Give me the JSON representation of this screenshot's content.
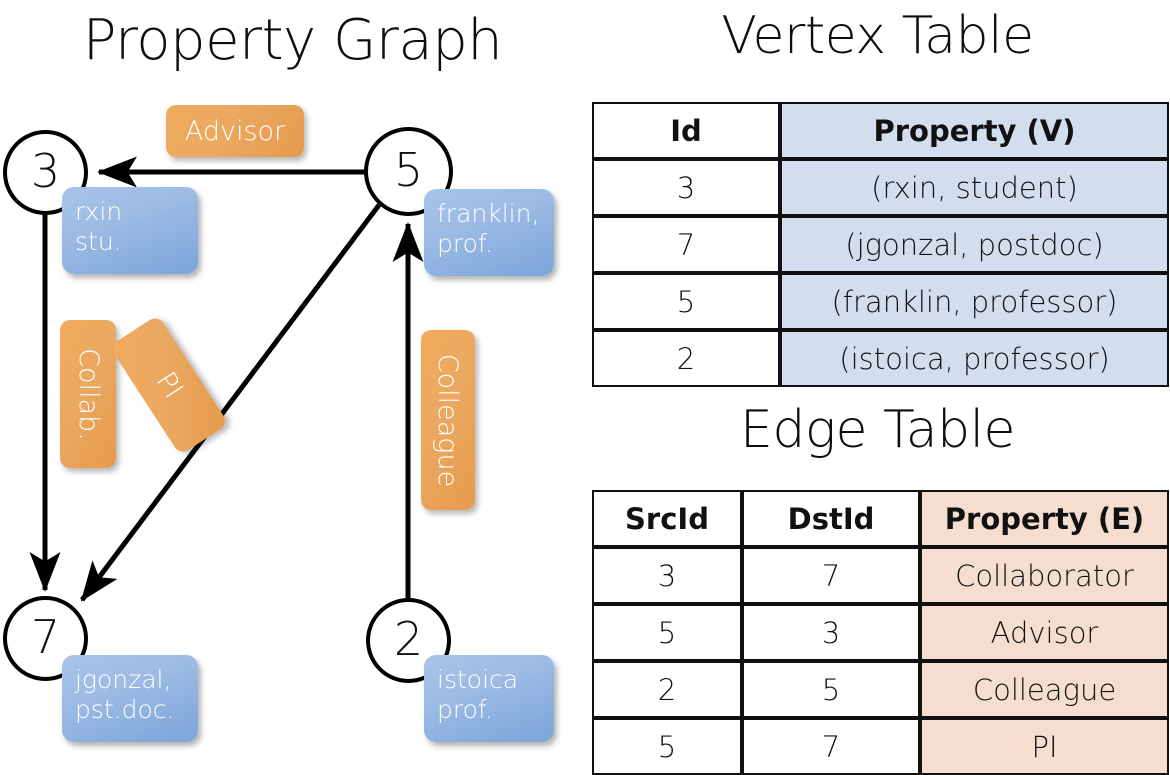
{
  "titles": {
    "property_graph": "Property Graph",
    "vertex_table": "Vertex Table",
    "edge_table": "Edge Table"
  },
  "graph": {
    "nodes": [
      {
        "id": "3",
        "label": "3",
        "property_lines": [
          "rxin",
          "stu."
        ]
      },
      {
        "id": "5",
        "label": "5",
        "property_lines": [
          "franklin,",
          "prof."
        ]
      },
      {
        "id": "7",
        "label": "7",
        "property_lines": [
          "jgonzal,",
          "pst.doc."
        ]
      },
      {
        "id": "2",
        "label": "2",
        "property_lines": [
          "istoica",
          "prof."
        ]
      }
    ],
    "edge_labels": [
      {
        "name": "advisor",
        "text": "Advisor",
        "orientation": "horizontal"
      },
      {
        "name": "collab",
        "text": "Collab.",
        "orientation": "vertical"
      },
      {
        "name": "pi",
        "text": "PI",
        "orientation": "rotated"
      },
      {
        "name": "colleague",
        "text": "Colleague",
        "orientation": "vertical"
      }
    ],
    "edges": [
      {
        "from": "5",
        "to": "3",
        "label": "Advisor"
      },
      {
        "from": "3",
        "to": "7",
        "label": "Collab."
      },
      {
        "from": "5",
        "to": "7",
        "label": "PI"
      },
      {
        "from": "2",
        "to": "5",
        "label": "Colleague"
      }
    ]
  },
  "vertex_table": {
    "headers": [
      "Id",
      "Property (V)"
    ],
    "rows": [
      [
        "3",
        "(rxin, student)"
      ],
      [
        "7",
        "(jgonzal, postdoc)"
      ],
      [
        "5",
        "(franklin, professor)"
      ],
      [
        "2",
        "(istoica, professor)"
      ]
    ]
  },
  "edge_table": {
    "headers": [
      "SrcId",
      "DstId",
      "Property (E)"
    ],
    "rows": [
      [
        "3",
        "7",
        "Collaborator"
      ],
      [
        "5",
        "3",
        "Advisor"
      ],
      [
        "2",
        "5",
        "Colleague"
      ],
      [
        "5",
        "7",
        "PI"
      ]
    ]
  },
  "colors": {
    "vertex_property_fill": "#d2ddee",
    "edge_property_fill": "#f5ded0",
    "node_box_blue": "#8fb3e0",
    "edge_label_orange": "#eaa45a",
    "stroke": "#111111",
    "background": "#ffffff"
  }
}
